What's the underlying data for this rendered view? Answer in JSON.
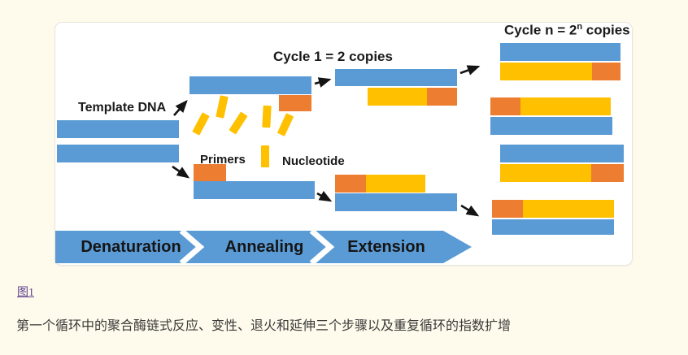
{
  "colors": {
    "page_bg": "#FFFBEC",
    "dna_blue": "#5B9BD5",
    "primer_orange": "#ED7D31",
    "nucleotide_yellow": "#FFC000",
    "label_black": "#1A1A1A",
    "link_purple": "#5B3E8C"
  },
  "figure": {
    "cycle1_label": "Cycle 1 = 2 copies",
    "cyclen_prefix": "Cycle n = 2",
    "cyclen_sup": "n",
    "cyclen_suffix": " copies",
    "template_dna_label": "Template DNA",
    "primers_label": "Primers",
    "nucleotide_label": "Nucleotide",
    "stages": [
      "Denaturation",
      "Annealing",
      "Extension"
    ]
  },
  "caption": {
    "figure_link": "图1",
    "text": "第一个循环中的聚合酶链式反应、变性、退火和延伸三个步骤以及重复循环的指数扩增"
  }
}
